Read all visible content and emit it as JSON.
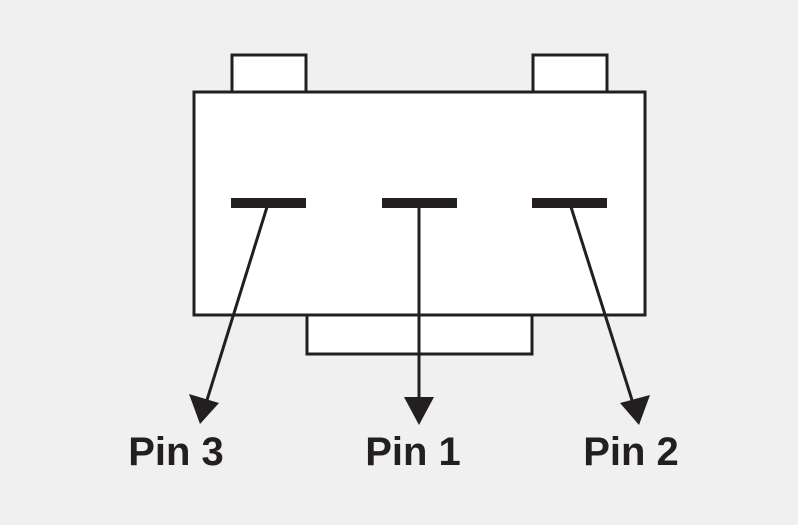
{
  "diagram": {
    "line_color": "#231f20",
    "body_fill": "#ffffff",
    "background": "#f0f0f0",
    "pins": [
      {
        "id": "pin3",
        "label": "Pin 3"
      },
      {
        "id": "pin1",
        "label": "Pin 1"
      },
      {
        "id": "pin2",
        "label": "Pin 2"
      }
    ]
  }
}
